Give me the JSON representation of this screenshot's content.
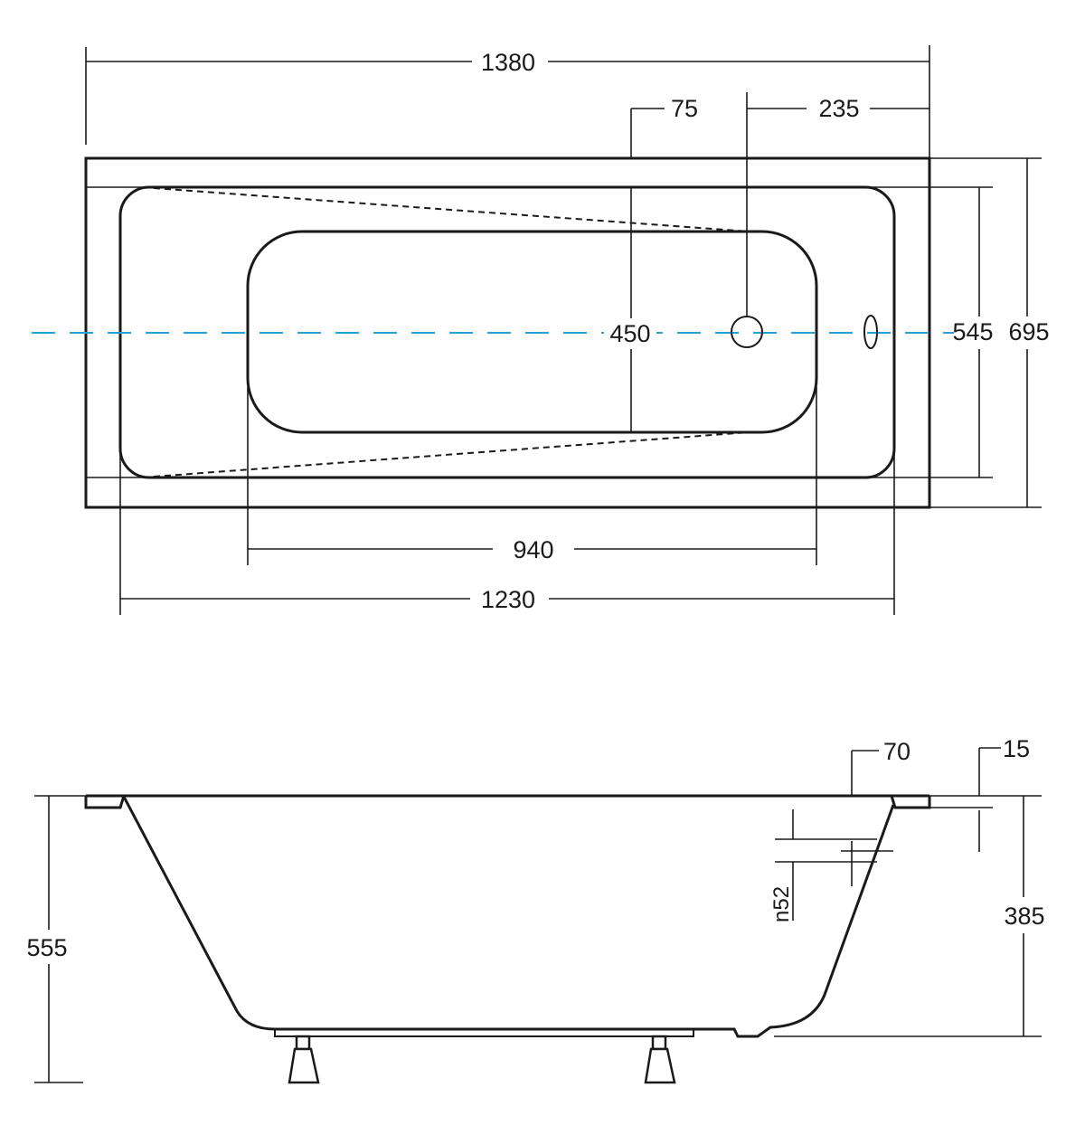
{
  "dimensions": {
    "top_overall_length": "1380",
    "top_offset_small": "75",
    "top_offset_drain": "235",
    "inner_width": "450",
    "rim_inner_width": "545",
    "overall_width": "695",
    "bottom_length": "940",
    "inner_length": "1230",
    "side_rim": "70",
    "side_lip": "15",
    "overflow": "n52",
    "overall_height": "555",
    "inner_depth": "385"
  },
  "colors": {
    "line": "#1a1a1a",
    "center_axis": "#2a9fd6",
    "background": "#ffffff"
  }
}
